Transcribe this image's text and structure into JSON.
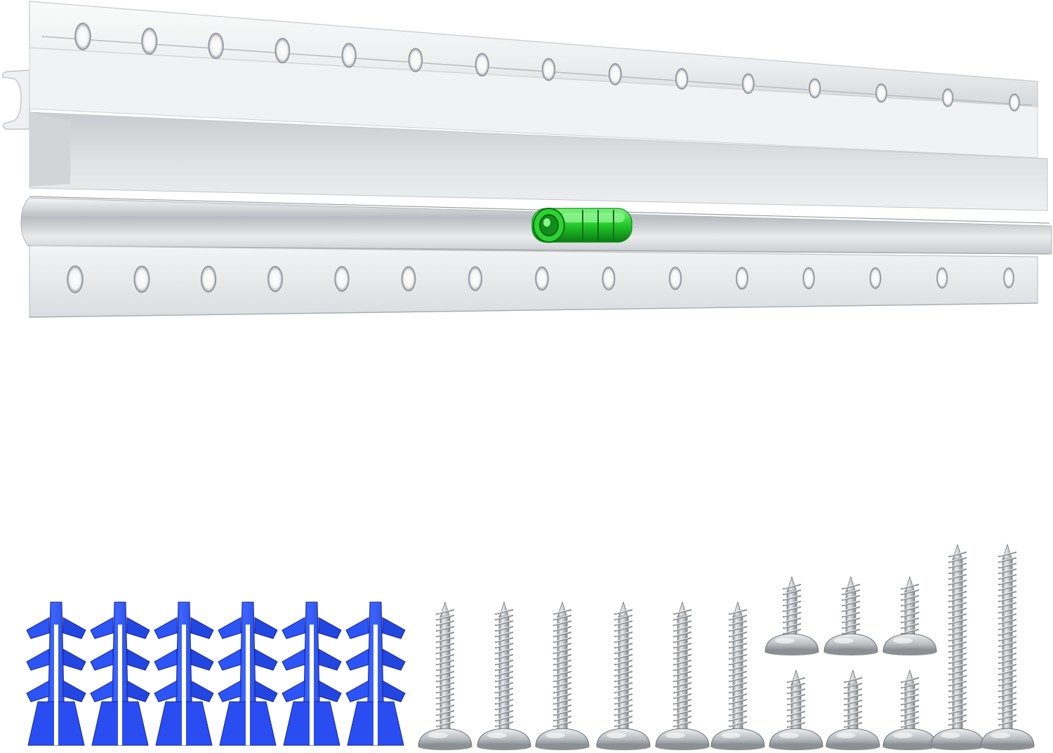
{
  "scene": {
    "background": "#ffffff",
    "rail": {
      "material": "brushed-aluminum",
      "color_light": "#f4f5f6",
      "color_mid": "#d9dcdf",
      "color_dark": "#a9adb2",
      "top_hole_count": 15,
      "bottom_hole_count": 15,
      "level_vial": {
        "color": "#2fd12f",
        "color_dark": "#0b7a14"
      }
    },
    "anchors": {
      "count": 6,
      "color": "#2148f0",
      "color_dark": "#1530b0",
      "color_light": "#4f74ff"
    },
    "long_screws": {
      "count": 6,
      "color": "#c3c6c9"
    },
    "short_screws": {
      "count": 6,
      "color": "#c3c6c9"
    },
    "extra_long_screws": {
      "count": 2,
      "color": "#c3c6c9"
    }
  }
}
